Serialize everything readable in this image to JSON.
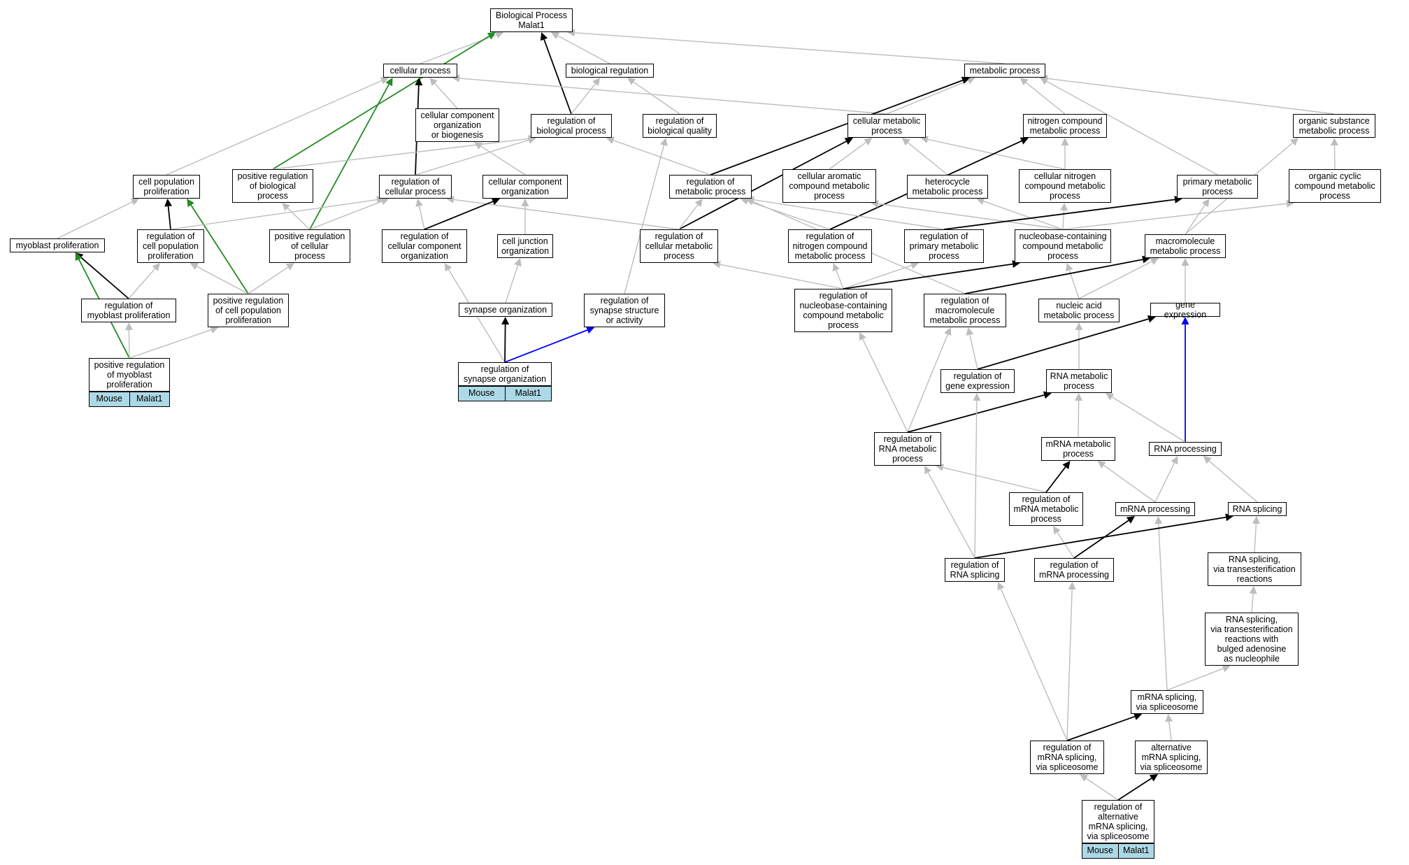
{
  "colors": {
    "gray": "#bdbdbd",
    "black": "#000000",
    "green": "#228b22",
    "blue": "#0000ff",
    "tag_bg": "#add8e6"
  },
  "nodes": {
    "root": "Biological Process\nMalat1",
    "cellular_process": "cellular process",
    "biological_regulation": "biological regulation",
    "metabolic_process": "metabolic process",
    "ccob": "cellular component\norganization\nor biogenesis",
    "reg_bio_process": "regulation of\nbiological process",
    "reg_bio_quality": "regulation of\nbiological quality",
    "cellular_metabolic": "cellular metabolic\nprocess",
    "nitrogen_compound_metabolic": "nitrogen compound\nmetabolic process",
    "organic_substance_metabolic": "organic substance\nmetabolic process",
    "cell_pop_prolif": "cell population\nproliferation",
    "pos_reg_bio_process": "positive regulation\nof biological\nprocess",
    "reg_cellular_process": "regulation of\ncellular process",
    "cellular_component_org": "cellular component\norganization",
    "reg_metabolic_process": "regulation of\nmetabolic process",
    "cellular_aromatic": "cellular aromatic\ncompound metabolic\nprocess",
    "heterocycle_metabolic": "heterocycle\nmetabolic process",
    "cellular_nitrogen": "cellular nitrogen\ncompound metabolic\nprocess",
    "primary_metabolic": "primary metabolic\nprocess",
    "organic_cyclic": "organic cyclic\ncompound metabolic\nprocess",
    "myoblast_prolif": "myoblast proliferation",
    "reg_cell_pop_prolif": "regulation of\ncell population\nproliferation",
    "pos_reg_cellular_process": "positive regulation\nof cellular\nprocess",
    "reg_cc_org": "regulation of\ncellular component\norganization",
    "cell_junction_org": "cell junction\norganization",
    "reg_cellular_metabolic": "regulation of\ncellular metabolic\nprocess",
    "reg_nitrogen_compound": "regulation of\nnitrogen compound\nmetabolic process",
    "reg_primary_metabolic": "regulation of\nprimary metabolic\nprocess",
    "nucleobase_metabolic": "nucleobase-containing\ncompound metabolic\nprocess",
    "macromolecule_metabolic": "macromolecule\nmetabolic process",
    "reg_myoblast_prolif": "regulation of\nmyoblast proliferation",
    "pos_reg_cell_pop_prolif": "positive regulation\nof cell population\nproliferation",
    "synapse_org": "synapse organization",
    "reg_synapse_structure": "regulation of\nsynapse structure\nor activity",
    "reg_nucleobase": "regulation of\nnucleobase-containing\ncompound metabolic\nprocess",
    "reg_macromolecule": "regulation of\nmacromolecule\nmetabolic process",
    "nucleic_acid_metabolic": "nucleic acid\nmetabolic process",
    "gene_expression": "gene expression",
    "pos_reg_myoblast_prolif": "positive regulation\nof myoblast\nproliferation",
    "reg_synapse_org": "regulation of\nsynapse organization",
    "reg_gene_expression": "regulation of\ngene expression",
    "rna_metabolic": "RNA metabolic\nprocess",
    "reg_rna_metabolic": "regulation of\nRNA metabolic\nprocess",
    "mrna_metabolic": "mRNA metabolic\nprocess",
    "rna_processing": "RNA processing",
    "reg_mrna_metabolic": "regulation of\nmRNA metabolic\nprocess",
    "mrna_processing": "mRNA processing",
    "rna_splicing": "RNA splicing",
    "reg_rna_splicing": "regulation of\nRNA splicing",
    "reg_mrna_processing": "regulation of\nmRNA processing",
    "rna_splicing_trans": "RNA splicing,\nvia transesterification\nreactions",
    "rna_splicing_bulged": "RNA splicing,\nvia transesterification\nreactions with\nbulged adenosine\nas nucleophile",
    "mrna_splicing": "mRNA splicing,\nvia spliceosome",
    "reg_mrna_splicing": "regulation of\nmRNA splicing,\nvia spliceosome",
    "alt_mrna_splicing": "alternative\nmRNA splicing,\nvia spliceosome",
    "reg_alt_mrna_splicing": "regulation of\nalternative\nmRNA splicing,\nvia spliceosome"
  },
  "tags": {
    "pos_reg_myoblast_prolif": [
      "Mouse",
      "Malat1"
    ],
    "reg_synapse_org": [
      "Mouse",
      "Malat1"
    ],
    "reg_alt_mrna_splicing": [
      "Mouse",
      "Malat1"
    ]
  },
  "edges": [
    [
      "cellular_process",
      "root",
      "gray"
    ],
    [
      "biological_regulation",
      "root",
      "gray"
    ],
    [
      "metabolic_process",
      "root",
      "gray"
    ],
    [
      "reg_bio_process",
      "root",
      "black"
    ],
    [
      "pos_reg_bio_process",
      "root",
      "green"
    ],
    [
      "ccob",
      "cellular_process",
      "gray"
    ],
    [
      "cellular_metabolic",
      "cellular_process",
      "gray"
    ],
    [
      "cell_pop_prolif",
      "cellular_process",
      "gray"
    ],
    [
      "reg_cellular_process",
      "cellular_process",
      "black"
    ],
    [
      "pos_reg_cellular_process",
      "cellular_process",
      "green"
    ],
    [
      "reg_bio_process",
      "biological_regulation",
      "gray"
    ],
    [
      "reg_bio_quality",
      "biological_regulation",
      "gray"
    ],
    [
      "cellular_metabolic",
      "metabolic_process",
      "gray"
    ],
    [
      "nitrogen_compound_metabolic",
      "metabolic_process",
      "gray"
    ],
    [
      "organic_substance_metabolic",
      "metabolic_process",
      "gray"
    ],
    [
      "primary_metabolic",
      "metabolic_process",
      "gray"
    ],
    [
      "reg_metabolic_process",
      "metabolic_process",
      "black"
    ],
    [
      "pos_reg_bio_process",
      "reg_bio_process",
      "gray"
    ],
    [
      "reg_cellular_process",
      "reg_bio_process",
      "gray"
    ],
    [
      "reg_metabolic_process",
      "reg_bio_process",
      "gray"
    ],
    [
      "cellular_component_org",
      "ccob",
      "gray"
    ],
    [
      "cellular_aromatic",
      "cellular_metabolic",
      "gray"
    ],
    [
      "heterocycle_metabolic",
      "cellular_metabolic",
      "gray"
    ],
    [
      "cellular_nitrogen",
      "cellular_metabolic",
      "gray"
    ],
    [
      "reg_cellular_metabolic",
      "cellular_metabolic",
      "black"
    ],
    [
      "cellular_nitrogen",
      "nitrogen_compound_metabolic",
      "gray"
    ],
    [
      "reg_nitrogen_compound",
      "nitrogen_compound_metabolic",
      "black"
    ],
    [
      "organic_cyclic",
      "organic_substance_metabolic",
      "gray"
    ],
    [
      "macromolecule_metabolic",
      "organic_substance_metabolic",
      "gray"
    ],
    [
      "myoblast_prolif",
      "cell_pop_prolif",
      "gray"
    ],
    [
      "reg_cell_pop_prolif",
      "cell_pop_prolif",
      "black"
    ],
    [
      "pos_reg_cell_pop_prolif",
      "cell_pop_prolif",
      "green"
    ],
    [
      "pos_reg_cellular_process",
      "pos_reg_bio_process",
      "gray"
    ],
    [
      "reg_cell_pop_prolif",
      "reg_cellular_process",
      "gray"
    ],
    [
      "pos_reg_cellular_process",
      "reg_cellular_process",
      "gray"
    ],
    [
      "reg_cc_org",
      "reg_cellular_process",
      "gray"
    ],
    [
      "reg_cellular_metabolic",
      "reg_cellular_process",
      "gray"
    ],
    [
      "cell_junction_org",
      "cellular_component_org",
      "gray"
    ],
    [
      "reg_cc_org",
      "cellular_component_org",
      "black"
    ],
    [
      "reg_cellular_metabolic",
      "reg_metabolic_process",
      "gray"
    ],
    [
      "reg_nitrogen_compound",
      "reg_metabolic_process",
      "gray"
    ],
    [
      "reg_primary_metabolic",
      "reg_metabolic_process",
      "gray"
    ],
    [
      "reg_macromolecule",
      "reg_metabolic_process",
      "gray"
    ],
    [
      "nucleobase_metabolic",
      "cellular_aromatic",
      "gray"
    ],
    [
      "nucleobase_metabolic",
      "heterocycle_metabolic",
      "gray"
    ],
    [
      "nucleobase_metabolic",
      "cellular_nitrogen",
      "gray"
    ],
    [
      "reg_primary_metabolic",
      "primary_metabolic",
      "black"
    ],
    [
      "macromolecule_metabolic",
      "primary_metabolic",
      "gray"
    ],
    [
      "nucleobase_metabolic",
      "organic_cyclic",
      "gray"
    ],
    [
      "reg_myoblast_prolif",
      "myoblast_prolif",
      "black"
    ],
    [
      "pos_reg_myoblast_prolif",
      "myoblast_prolif",
      "green"
    ],
    [
      "reg_myoblast_prolif",
      "reg_cell_pop_prolif",
      "gray"
    ],
    [
      "pos_reg_cell_pop_prolif",
      "reg_cell_pop_prolif",
      "gray"
    ],
    [
      "pos_reg_cell_pop_prolif",
      "pos_reg_cellular_process",
      "gray"
    ],
    [
      "reg_synapse_org",
      "reg_cc_org",
      "gray"
    ],
    [
      "synapse_org",
      "cell_junction_org",
      "gray"
    ],
    [
      "reg_nucleobase",
      "reg_cellular_metabolic",
      "gray"
    ],
    [
      "reg_nucleobase",
      "reg_nitrogen_compound",
      "gray"
    ],
    [
      "reg_nucleobase",
      "reg_primary_metabolic",
      "gray"
    ],
    [
      "reg_nucleobase",
      "nucleobase_metabolic",
      "black"
    ],
    [
      "nucleic_acid_metabolic",
      "nucleobase_metabolic",
      "gray"
    ],
    [
      "reg_macromolecule",
      "macromolecule_metabolic",
      "black"
    ],
    [
      "nucleic_acid_metabolic",
      "macromolecule_metabolic",
      "gray"
    ],
    [
      "gene_expression",
      "macromolecule_metabolic",
      "gray"
    ],
    [
      "pos_reg_myoblast_prolif",
      "reg_myoblast_prolif",
      "gray"
    ],
    [
      "pos_reg_myoblast_prolif",
      "pos_reg_cell_pop_prolif",
      "gray"
    ],
    [
      "reg_synapse_org",
      "synapse_org",
      "black"
    ],
    [
      "reg_synapse_org",
      "reg_synapse_structure",
      "blue"
    ],
    [
      "reg_synapse_structure",
      "reg_bio_quality",
      "gray"
    ],
    [
      "reg_rna_metabolic",
      "reg_nucleobase",
      "gray"
    ],
    [
      "reg_gene_expression",
      "reg_macromolecule",
      "gray"
    ],
    [
      "reg_rna_metabolic",
      "reg_macromolecule",
      "gray"
    ],
    [
      "rna_metabolic",
      "nucleic_acid_metabolic",
      "gray"
    ],
    [
      "reg_gene_expression",
      "gene_expression",
      "black"
    ],
    [
      "rna_processing",
      "gene_expression",
      "blue"
    ],
    [
      "reg_rna_metabolic",
      "rna_metabolic",
      "black"
    ],
    [
      "mrna_metabolic",
      "rna_metabolic",
      "gray"
    ],
    [
      "rna_processing",
      "rna_metabolic",
      "gray"
    ],
    [
      "reg_mrna_metabolic",
      "reg_rna_metabolic",
      "gray"
    ],
    [
      "reg_rna_splicing",
      "reg_rna_metabolic",
      "gray"
    ],
    [
      "reg_rna_splicing",
      "reg_gene_expression",
      "gray"
    ],
    [
      "reg_mrna_metabolic",
      "mrna_metabolic",
      "black"
    ],
    [
      "mrna_processing",
      "mrna_metabolic",
      "gray"
    ],
    [
      "mrna_processing",
      "rna_processing",
      "gray"
    ],
    [
      "rna_splicing",
      "rna_processing",
      "gray"
    ],
    [
      "reg_mrna_processing",
      "reg_mrna_metabolic",
      "gray"
    ],
    [
      "reg_mrna_processing",
      "mrna_processing",
      "black"
    ],
    [
      "mrna_splicing",
      "mrna_processing",
      "gray"
    ],
    [
      "reg_rna_splicing",
      "rna_splicing",
      "black"
    ],
    [
      "rna_splicing_trans",
      "rna_splicing",
      "gray"
    ],
    [
      "rna_splicing_bulged",
      "rna_splicing_trans",
      "gray"
    ],
    [
      "mrna_splicing",
      "rna_splicing_bulged",
      "gray"
    ],
    [
      "reg_mrna_splicing",
      "reg_rna_splicing",
      "gray"
    ],
    [
      "reg_mrna_splicing",
      "reg_mrna_processing",
      "gray"
    ],
    [
      "reg_mrna_splicing",
      "mrna_splicing",
      "black"
    ],
    [
      "alt_mrna_splicing",
      "mrna_splicing",
      "gray"
    ],
    [
      "reg_alt_mrna_splicing",
      "reg_mrna_splicing",
      "gray"
    ],
    [
      "reg_alt_mrna_splicing",
      "alt_mrna_splicing",
      "black"
    ]
  ]
}
